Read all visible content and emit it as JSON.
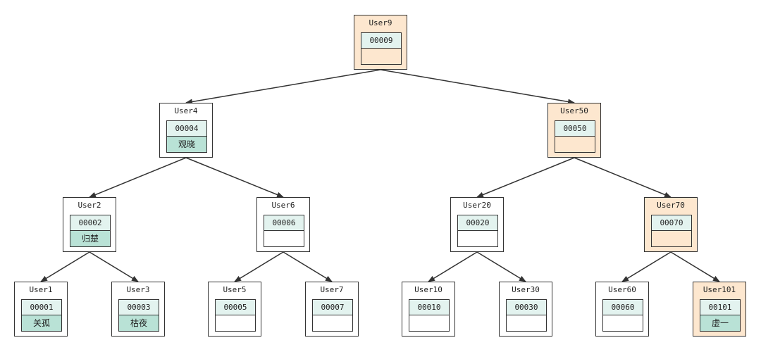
{
  "nodes": [
    {
      "key": "user9",
      "title": "User9",
      "id": "00009",
      "name": "",
      "highlight": true
    },
    {
      "key": "user4",
      "title": "User4",
      "id": "00004",
      "name": "观晓",
      "highlight": false
    },
    {
      "key": "user50",
      "title": "User50",
      "id": "00050",
      "name": "",
      "highlight": true
    },
    {
      "key": "user2",
      "title": "User2",
      "id": "00002",
      "name": "归楚",
      "highlight": false
    },
    {
      "key": "user6",
      "title": "User6",
      "id": "00006",
      "name": "",
      "highlight": false
    },
    {
      "key": "user20",
      "title": "User20",
      "id": "00020",
      "name": "",
      "highlight": false
    },
    {
      "key": "user70",
      "title": "User70",
      "id": "00070",
      "name": "",
      "highlight": true
    },
    {
      "key": "user1",
      "title": "User1",
      "id": "00001",
      "name": "关孤",
      "highlight": false
    },
    {
      "key": "user3",
      "title": "User3",
      "id": "00003",
      "name": "枯夜",
      "highlight": false
    },
    {
      "key": "user5",
      "title": "User5",
      "id": "00005",
      "name": "",
      "highlight": false
    },
    {
      "key": "user7",
      "title": "User7",
      "id": "00007",
      "name": "",
      "highlight": false
    },
    {
      "key": "user10",
      "title": "User10",
      "id": "00010",
      "name": "",
      "highlight": false
    },
    {
      "key": "user30",
      "title": "User30",
      "id": "00030",
      "name": "",
      "highlight": false
    },
    {
      "key": "user60",
      "title": "User60",
      "id": "00060",
      "name": "",
      "highlight": false
    },
    {
      "key": "user101",
      "title": "User101",
      "id": "00101",
      "name": "虚一",
      "highlight": true
    }
  ],
  "edges": [
    [
      "user9",
      "user4"
    ],
    [
      "user9",
      "user50"
    ],
    [
      "user4",
      "user2"
    ],
    [
      "user4",
      "user6"
    ],
    [
      "user50",
      "user20"
    ],
    [
      "user50",
      "user70"
    ],
    [
      "user2",
      "user1"
    ],
    [
      "user2",
      "user3"
    ],
    [
      "user6",
      "user5"
    ],
    [
      "user6",
      "user7"
    ],
    [
      "user20",
      "user10"
    ],
    [
      "user20",
      "user30"
    ],
    [
      "user70",
      "user60"
    ],
    [
      "user70",
      "user101"
    ]
  ],
  "colors": {
    "highlight_fill": "#fde7cf",
    "id_cell_fill": "#e3f3ef",
    "name_cell_fill": "#b9e2d6",
    "stroke": "#333333"
  }
}
